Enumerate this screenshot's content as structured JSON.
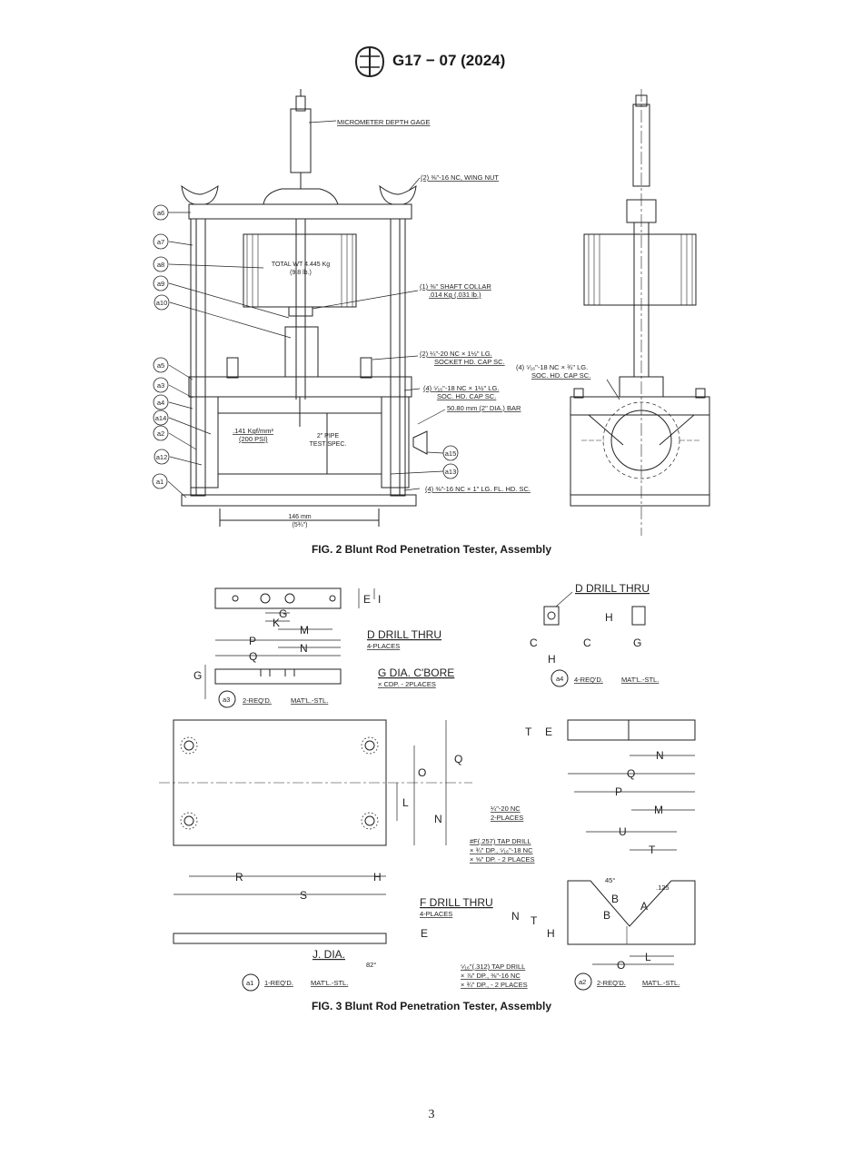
{
  "header": {
    "standard": "G17 − 07 (2024)",
    "logo_text": "ASTM"
  },
  "fig2": {
    "caption": "FIG. 2  Blunt Rod Penetration Tester, Assembly",
    "callouts": [
      "a6",
      "a7",
      "a8",
      "a9",
      "a10",
      "a5",
      "a3",
      "a4",
      "a14",
      "a2",
      "a12",
      "a1",
      "a15",
      "a13"
    ],
    "labels": {
      "micrometer": "MICROMETER DEPTH GAGE",
      "wing_nut": "(2) ⅜\"-16 NC, WING NUT",
      "total_wt_1": "TOTAL WT 4.445 Kg",
      "total_wt_2": "(9.8 lb.)",
      "collar_1": "(1) ⅜\" SHAFT COLLAR",
      "collar_2": ".014 Kg (.031 lb.)",
      "screw1_1": "(2) ¼\"-20 NC × 1½\" LG.",
      "screw1_2": "SOCKET HD. CAP SC.",
      "screw2_1": "(4) ⁵⁄₁₆\"-18 NC × 1½\" LG.",
      "screw2_2": "SOC. HD. CAP SC.",
      "bar": "50.80 mm (2\" DIA.) BAR",
      "pressure_1": ".141 Kgf/mm²",
      "pressure_2": "(200 PSI)",
      "pipe_1": "2\" PIPE",
      "pipe_2": "TEST SPEC.",
      "screw3": "(4) ⅜\"-16 NC × 1\" LG. FL. HD. SC.",
      "width_1": "146 mm",
      "width_2": "(5¾\")",
      "side_screw_1": "(4) ⁵⁄₁₆\"-18 NC × ¾\" LG.",
      "side_screw_2": "SOC. HD. CAP SC."
    }
  },
  "fig3": {
    "caption": "FIG. 3  Blunt Rod Penetration Tester, Assembly",
    "a3": {
      "tag": "a3",
      "qty": "2-REQ'D.",
      "mat": "MAT'L.-STL.",
      "drill_1": "D DRILL THRU",
      "drill_2": "4-PLACES",
      "cbore_1": "G DIA. C'BORE",
      "cbore_2": "× CDP. - 2PLACES",
      "dims": [
        "E",
        "I",
        "G",
        "K",
        "M",
        "P",
        "N",
        "Q",
        "G"
      ]
    },
    "a4": {
      "tag": "a4",
      "qty": "4-REQ'D.",
      "mat": "MAT'L.-STL.",
      "drill": "D DRILL THRU",
      "dims": [
        "H",
        "C",
        "C",
        "H",
        "G"
      ]
    },
    "a1": {
      "tag": "a1",
      "qty": "1-REQ'D.",
      "mat": "MAT'L.-STL.",
      "drill_1": "F DRILL THRU",
      "drill_2": "4-PLACES",
      "dia": "J. DIA.",
      "angle": "82°",
      "dims": [
        "Q",
        "O",
        "L",
        "N",
        "R",
        "H",
        "S",
        "E"
      ]
    },
    "a2": {
      "tag": "a2",
      "qty": "2-REQ'D.",
      "mat": "MAT'L.-STL.",
      "tap1_1": "¼\"-20 NC",
      "tap1_2": "2-PLACES",
      "tap2_1": "#F(.257) TAP DRILL",
      "tap2_2": "× ¾\" DP., ⁵⁄₁₆\"-18 NC",
      "tap2_3": "× ⅝\" DP. - 2 PLACES",
      "tap3_1": "⁵⁄₁₆\"(.312) TAP DRILL",
      "tap3_2": "× ⅞\" DP., ⅜\"-16 NC",
      "tap3_3": "× ¾\" DP., - 2 PLACES",
      "angle": "45°",
      "r": ".125",
      "dims": [
        "T",
        "E",
        "N",
        "Q",
        "P",
        "M",
        "U",
        "T",
        "B",
        "A",
        "N",
        "T",
        "H",
        "B",
        "O",
        "L"
      ]
    }
  },
  "page_number": "3"
}
